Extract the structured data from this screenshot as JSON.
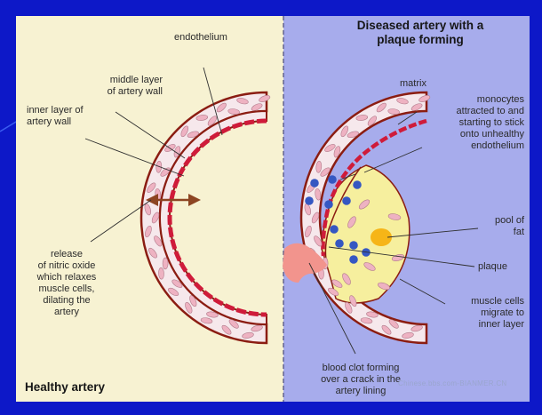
{
  "slide": {
    "background": "#0d18c8",
    "accent_line_color": "#3a5cf0"
  },
  "colors": {
    "healthy_panel_bg": "#f7f2d2",
    "diseased_panel_bg": "#a7acec",
    "wall_outline": "#8b1d12",
    "wall_fill": "#f6e8ec",
    "muscle_cell": "#eeb2c2",
    "endothelium": "#cf1b3a",
    "plaque_fill": "#f6ef9e",
    "fat_pool": "#f6b517",
    "monocyte": "#3557c2",
    "blood_clot": "#f2948d",
    "arrow": "#8d4522"
  },
  "healthy": {
    "title": "Healthy artery",
    "labels": {
      "endothelium": "endothelium",
      "middle_layer": "middle layer\nof artery wall",
      "inner_layer": "inner layer of\nartery wall",
      "nitric_oxide": "release\nof nitric oxide\nwhich relaxes\nmuscle cells,\ndilating the\nartery"
    }
  },
  "diseased": {
    "title": "Diseased artery with a\nplaque forming",
    "labels": {
      "matrix": "matrix",
      "monocytes": "monocytes\nattracted to and\nstarting to stick\nonto unhealthy\nendothelium",
      "pool_of_fat": "pool of\nfat",
      "plaque": "plaque",
      "muscle_cells": "muscle cells\nmigrate to\ninner layer",
      "blood_clot": "blood clot forming\nover a crack in the\nartery lining"
    }
  },
  "watermark": "Chinese.bbs.com-BIANMER.CN"
}
